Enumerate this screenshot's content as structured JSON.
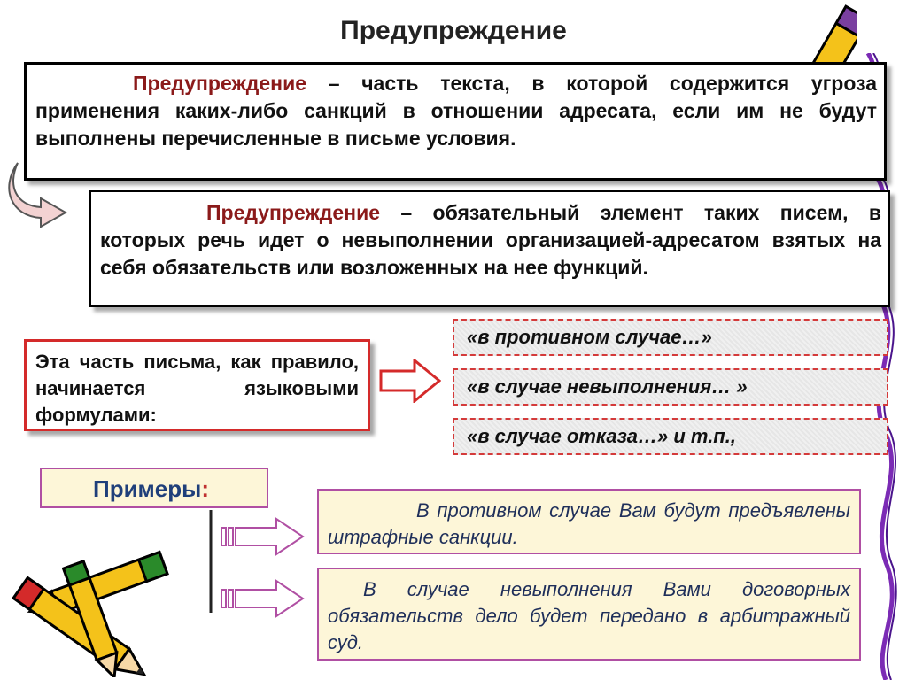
{
  "slide": {
    "title": "Предупреждение",
    "definition1": {
      "term": "Предупреждение",
      "text": " – часть текста, в которой содержится угроза применения каких-либо санкций в отношении адресата, если им не будут выполнены перечисленные в письме условия."
    },
    "definition2": {
      "term": "Предупреждение",
      "text": " – обязательный элемент таких писем, в которых речь идет о невыполнении организацией-адресатом взятых на себя обязательств или возложенных на нее функций."
    },
    "part_note": "Эта часть письма, как правило, начинается языковыми формулами:",
    "formulas": [
      "«в противном случае…»",
      "«в случае невыполнения… »",
      "«в случае отказа…» и т.п.,"
    ],
    "examples_label": "Примеры",
    "examples_colon": ":",
    "examples": [
      "В противном случае Вам будут предъявлены штрафные санкции.",
      "В случае невыполнения Вами договорных обязательств дело будет передано в арбитражный суд."
    ]
  },
  "colors": {
    "term": "#8B1A1A",
    "red_border": "#d42a2a",
    "purple_border": "#b04fa3",
    "example_bg": "#fdf6d8",
    "example_text": "#1f2f5a"
  },
  "icons": [
    "pencil-icon",
    "arrow-right-icon",
    "curved-arrow-icon",
    "purple-ribbon-icon"
  ]
}
